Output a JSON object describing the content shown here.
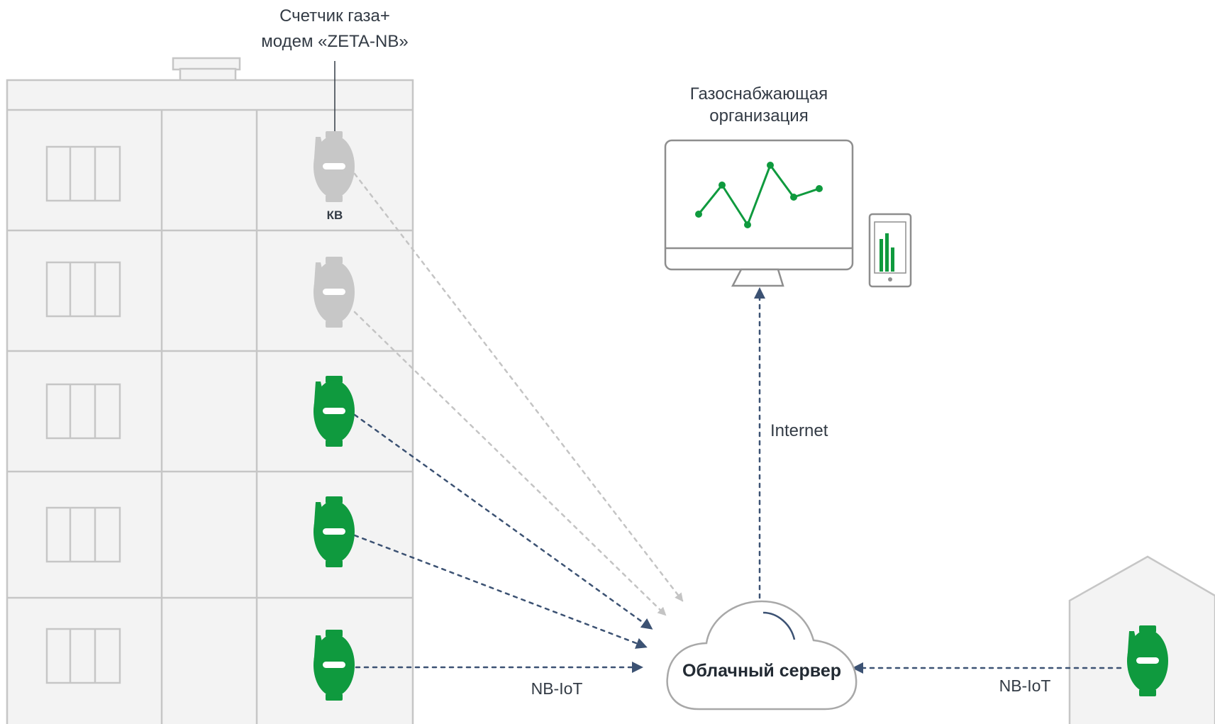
{
  "labels": {
    "meter_title_line1": "Счетчик газа+",
    "meter_title_line2": "модем «ZETA-NB»",
    "apartment": "КВ",
    "org_line1": "Газоснабжающая",
    "org_line2": "организация",
    "internet": "Internet",
    "cloud_server": "Облачный сервер",
    "nbiot_left": "NB-IoT",
    "nbiot_right": "NB-IoT"
  },
  "meters": [
    {
      "id": "floor-1",
      "state": "inactive"
    },
    {
      "id": "floor-2",
      "state": "inactive"
    },
    {
      "id": "floor-3",
      "state": "active"
    },
    {
      "id": "floor-4",
      "state": "active"
    },
    {
      "id": "floor-5",
      "state": "active"
    },
    {
      "id": "house",
      "state": "active"
    }
  ],
  "colors": {
    "active": "#0f9a3e",
    "inactive": "#c7c7c7",
    "link_active": "#3c5273",
    "link_inactive": "#c4c4c4",
    "building_fill": "#f3f3f3",
    "building_line": "#c6c6c6",
    "text": "#333b45"
  },
  "icons": [
    "gas-meter-icon",
    "monitor-icon",
    "tablet-icon",
    "cloud-icon",
    "arrow-icon"
  ]
}
